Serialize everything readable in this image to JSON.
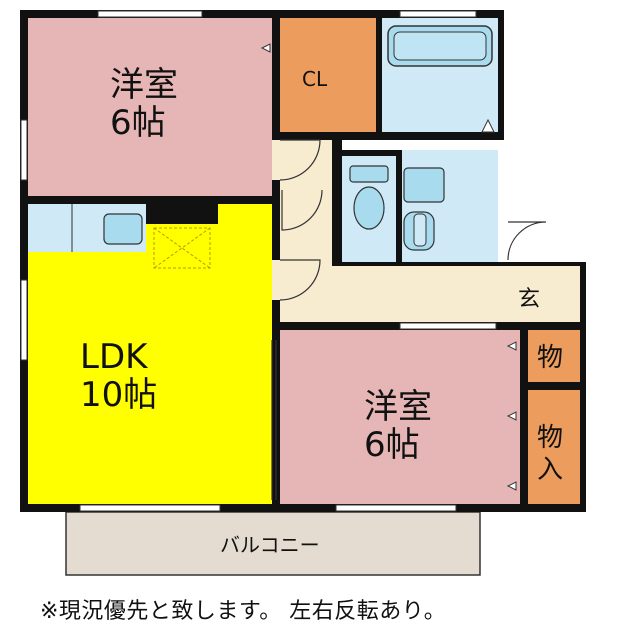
{
  "rooms": {
    "western_room_top": {
      "name": "洋室",
      "size": "6帖"
    },
    "closet": {
      "name": "CL"
    },
    "ldk": {
      "name": "LDK",
      "size": "10帖"
    },
    "entrance": {
      "name": "玄"
    },
    "western_room_bottom": {
      "name": "洋室",
      "size": "6帖"
    },
    "storage": {
      "name": "物"
    },
    "storage_closet": {
      "name": "物",
      "name2": "入"
    },
    "balcony": {
      "name": "バルコニー"
    }
  },
  "colors": {
    "western_room": "#e6b6b6",
    "closet": "#ec9c5c",
    "ldk": "#ffff00",
    "water_area": "#cfe9f6",
    "hall": "#f7ebd0",
    "balcony": "#e4dcd0",
    "wall": "#111111"
  },
  "footer_note": "※現況優先と致します。 左右反転あり。"
}
